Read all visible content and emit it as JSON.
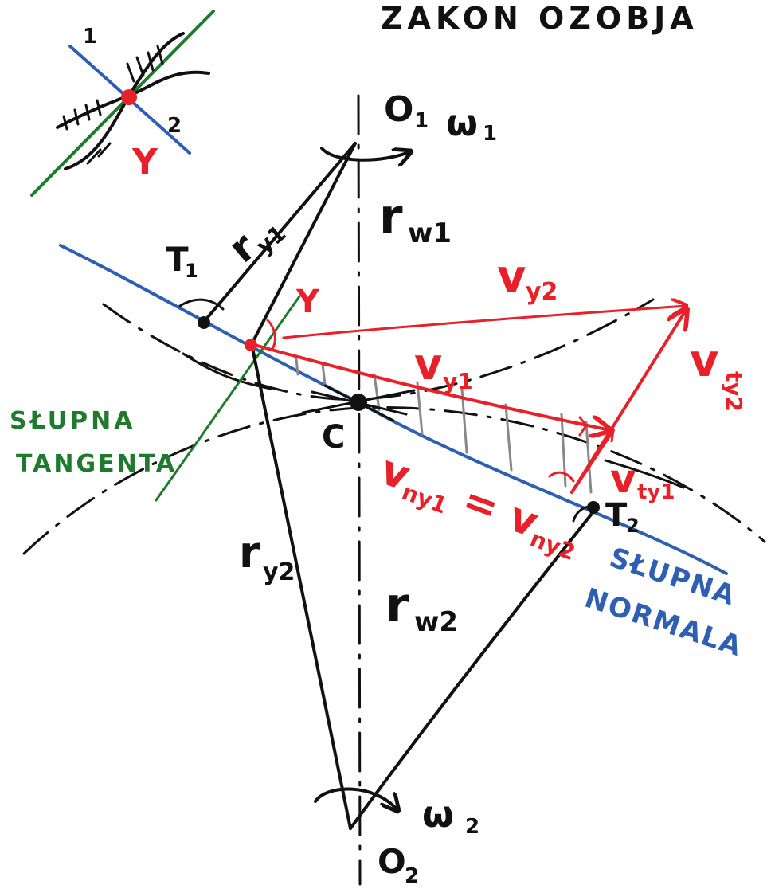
{
  "title": "ZAKON OZOBJA",
  "labels": {
    "o1": "O",
    "o1_sub": "1",
    "omega1": "ω",
    "omega1_sub": "1",
    "o2": "O",
    "o2_sub": "2",
    "omega2": "ω",
    "omega2_sub": "2",
    "rw1": "r",
    "rw1_sub": "w1",
    "rw2": "r",
    "rw2_sub": "w2",
    "ry1": "r",
    "ry1_sub": "y1",
    "ry2": "r",
    "ry2_sub": "y2",
    "t1": "T",
    "t1_sub": "1",
    "t2": "T",
    "t2_sub": "2",
    "c": "C",
    "y_point": "Y",
    "vy2": "v",
    "vy2_sub": "y2",
    "vy1": "v",
    "vy1_sub": "y1",
    "vty2": "v",
    "vty2_sub": "ty2",
    "vty1": "v",
    "vty1_sub": "ty1",
    "vny_eq": "v",
    "vny_eq_sub1": "ny1",
    "vny_eq_mid": " = v",
    "vny_eq_sub2": "ny2",
    "normal_line1": "SŁUPNA",
    "normal_line2": "NORMALA",
    "tangent_line1": "SŁUPNA",
    "tangent_line2": "TANGENTA",
    "inset_y": "Y",
    "inset_1": "1",
    "inset_2": "2"
  },
  "colors": {
    "black": "#111111",
    "red": "#e8202a",
    "blue": "#2f5fb3",
    "green": "#1f7a2e",
    "gray": "#888888"
  }
}
